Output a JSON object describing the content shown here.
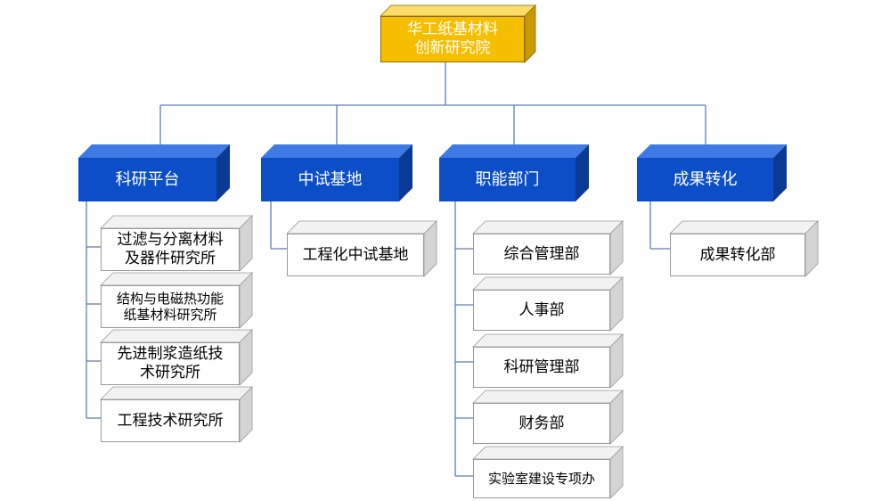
{
  "root": {
    "line1": "华工纸基材料",
    "line2": "创新研究院"
  },
  "categories": [
    {
      "label": "科研平台",
      "items": [
        {
          "line1": "过滤与分离材料",
          "line2": "及器件研究所"
        },
        {
          "line1": "结构与电磁热功能",
          "line2": "纸基材料研究所"
        },
        {
          "line1": "先进制浆造纸技",
          "line2": "术研究所"
        },
        {
          "line1": "工程技术研究所",
          "line2": ""
        }
      ]
    },
    {
      "label": "中试基地",
      "items": [
        {
          "line1": "工程化中试基地",
          "line2": ""
        }
      ]
    },
    {
      "label": "职能部门",
      "items": [
        {
          "line1": "综合管理部",
          "line2": ""
        },
        {
          "line1": "人事部",
          "line2": ""
        },
        {
          "line1": "科研管理部",
          "line2": ""
        },
        {
          "line1": "财务部",
          "line2": ""
        },
        {
          "line1": "实验室建设专项办",
          "line2": ""
        }
      ]
    },
    {
      "label": "成果转化",
      "items": [
        {
          "line1": "成果转化部",
          "line2": ""
        }
      ]
    }
  ],
  "colors": {
    "root_face": "#f5bf00",
    "root_top": "#fbdd6b",
    "root_side": "#c99a00",
    "cat_face": "#0c4ec7",
    "cat_top": "#3f7ae4",
    "cat_side": "#0a3a94",
    "sub_face": "#ffffff",
    "sub_top": "#f2f2f2",
    "sub_side": "#d4d4d4",
    "line": "#5b7fb3"
  }
}
